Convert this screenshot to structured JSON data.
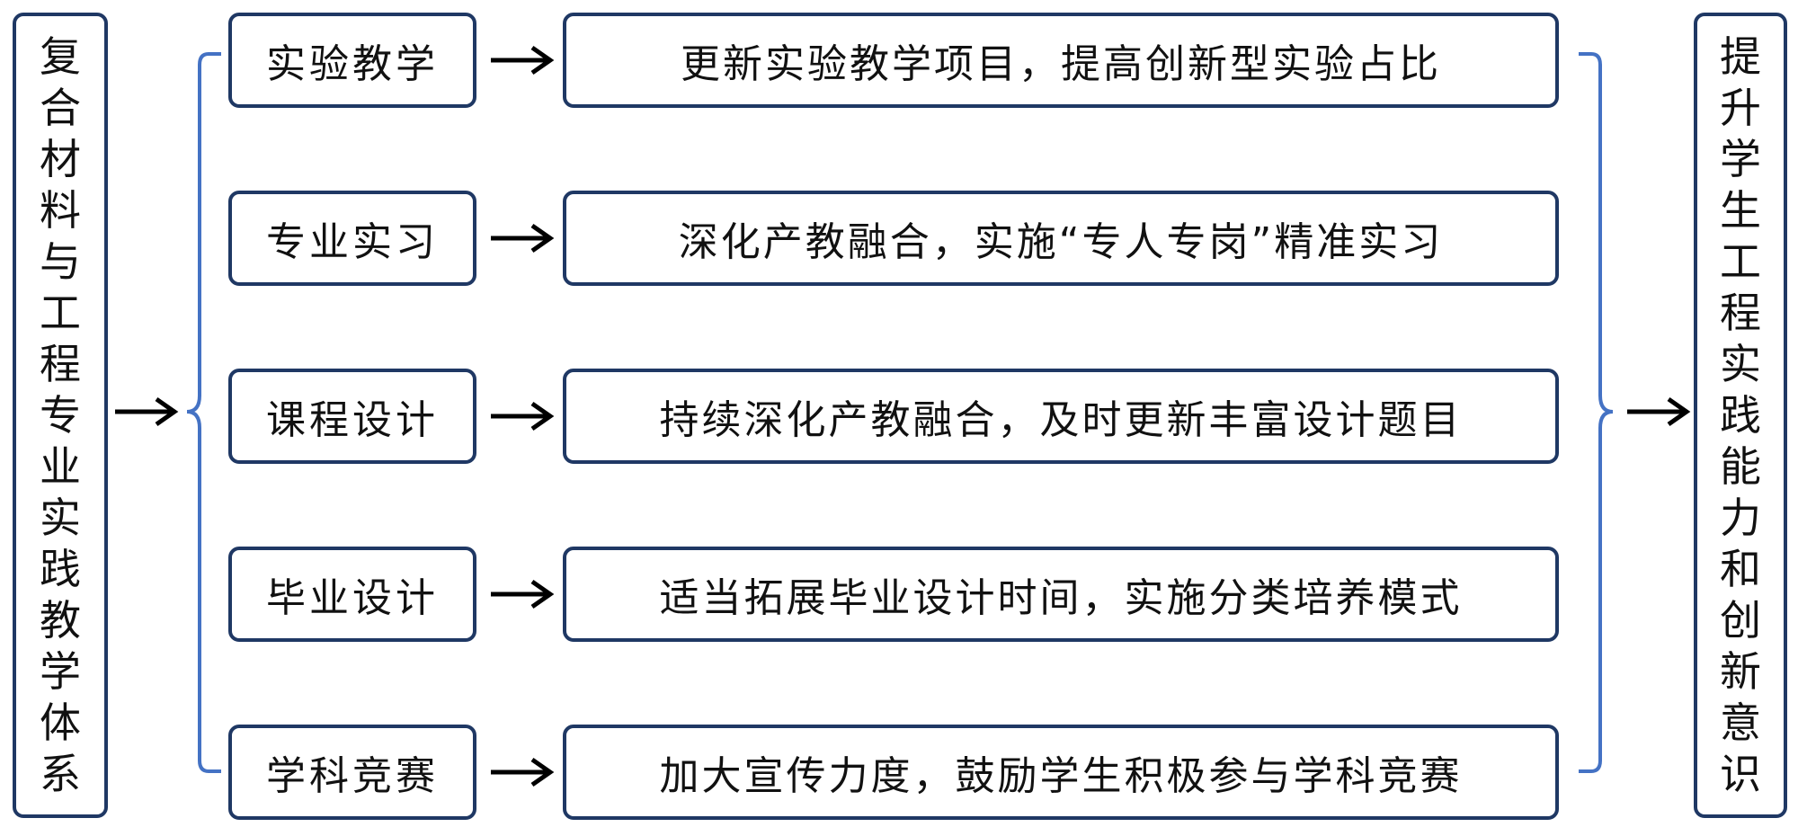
{
  "left_box": {
    "text": "复合材料与工程专业实践教学体系"
  },
  "right_box": {
    "text": "提升学生工程实践能力和创新意识"
  },
  "rows": [
    {
      "category": "实验教学",
      "description": "更新实验教学项目，提高创新型实验占比"
    },
    {
      "category": "专业实习",
      "description": "深化产教融合，实施“专人专岗”精准实习"
    },
    {
      "category": "课程设计",
      "description": "持续深化产教融合，及时更新丰富设计题目"
    },
    {
      "category": "毕业设计",
      "description": "适当拓展毕业设计时间，实施分类培养模式"
    },
    {
      "category": "学科竞赛",
      "description": "加大宣传力度，鼓励学生积极参与学科竞赛"
    }
  ],
  "colors": {
    "box_border": "#1f3864",
    "bracket": "#4472c4",
    "arrow": "#000000"
  }
}
